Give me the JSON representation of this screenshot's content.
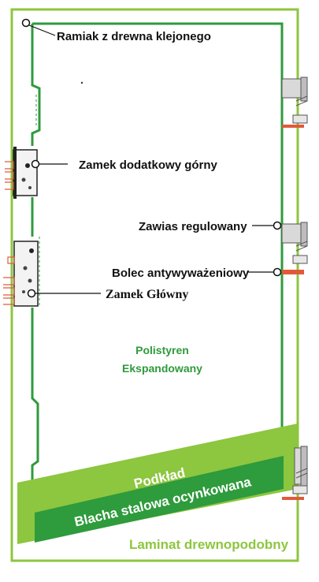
{
  "labels": {
    "frame": "Ramiak z drewna klejonego",
    "aux_lock": "Zamek dodatkowy górny",
    "hinge": "Zawias regulowany",
    "anti_burglary_pin": "Bolec antywyważeniowy",
    "main_lock": "Zamek Główny",
    "core_line1": "Polistyren",
    "core_line2": "Ekspandowany",
    "primer": "Podkład",
    "sheet": "Blacha stalowa ocynkowana",
    "laminate": "Laminat drewnopodobny"
  },
  "colors": {
    "green": "#2f9a3c",
    "light_green": "#8dc63f",
    "dark_green": "#2e9b3c",
    "laminate_text": "#8dc63f",
    "pin_red": "#e05a3a",
    "hardware_gray": "#9a9a9a"
  },
  "icons": {
    "callout_dot": "open-circle",
    "hinge": "hinge-icon",
    "lock": "lock-mechanism-icon"
  }
}
